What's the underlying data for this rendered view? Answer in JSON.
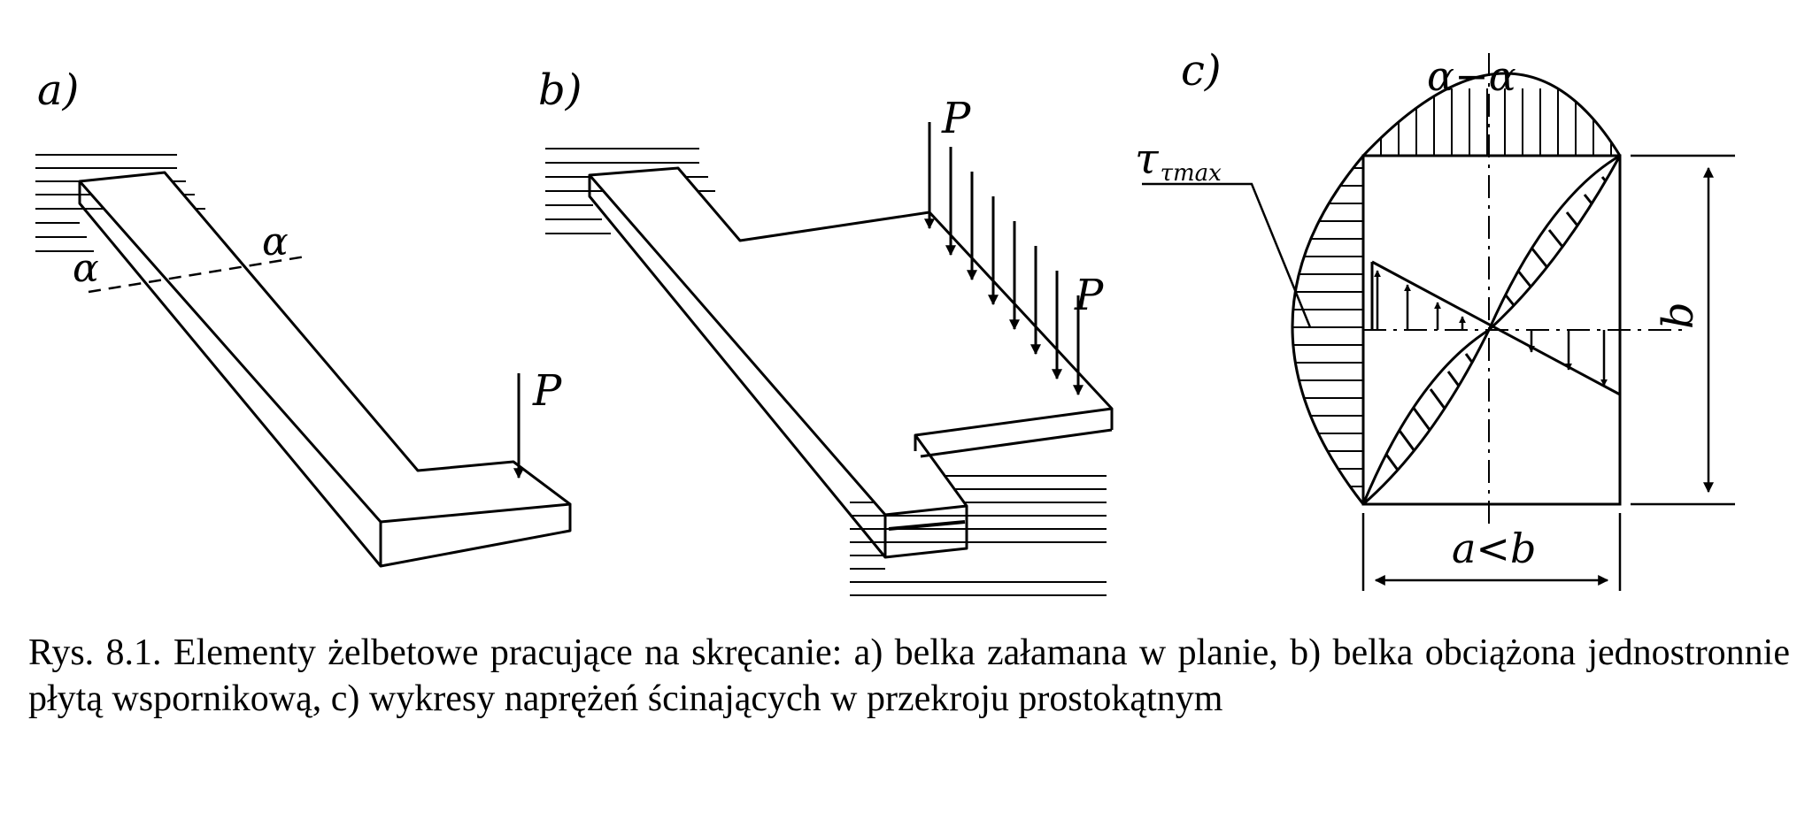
{
  "figure": {
    "panel_a": {
      "label": "a)",
      "section_left": "α",
      "section_right": "α",
      "load": "P"
    },
    "panel_b": {
      "label": "b)",
      "load_top": "P",
      "load_bottom": "P"
    },
    "panel_c": {
      "label": "c)",
      "section_title": "α−α",
      "tau_label": "τ",
      "tau_subscript": "τmax",
      "dim_vertical": "b",
      "dim_horizontal": "a<b"
    }
  },
  "caption": {
    "text": "Rys. 8.1. Elementy żelbetowe pracujące na skręcanie: a) belka załamana w planie, b) belka obciążona jednostronnie płytą wspornikową, c) wykresy naprężeń ścinających w przekroju prostokątnym"
  }
}
